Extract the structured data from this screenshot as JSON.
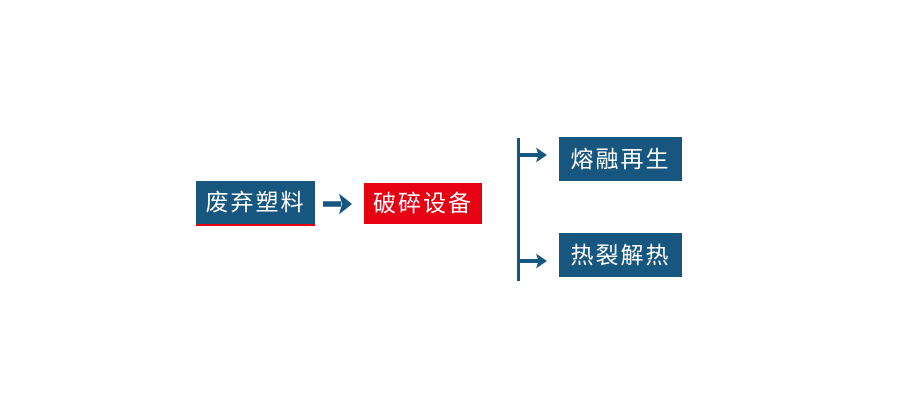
{
  "page": {
    "background": "#ffffff",
    "type": "flowchart"
  },
  "colors": {
    "primary_blue": "#17567F",
    "accent_red": "#E60113",
    "text_white": "#ffffff"
  },
  "flowchart": {
    "source": {
      "label": "废弃塑料"
    },
    "process": {
      "label": "破碎设备"
    },
    "outputs": [
      {
        "label": "熔融再生"
      },
      {
        "label": "热裂解热"
      }
    ]
  }
}
